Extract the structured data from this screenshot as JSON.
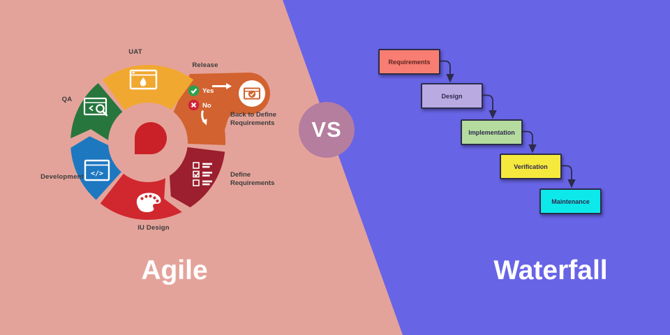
{
  "background": {
    "left_color": "#e4a39a",
    "right_color": "#6864e6"
  },
  "vs_badge": {
    "label": "VS",
    "bg_color": "#b57d9e"
  },
  "agile": {
    "title": "Agile",
    "cycle_segments": [
      {
        "id": "uat",
        "label": "UAT",
        "color": "#f0a830",
        "icon": "browser-paint-icon"
      },
      {
        "id": "release",
        "label": "Release",
        "color": "#d2622f",
        "icon": "browser-verified-icon"
      },
      {
        "id": "define_requirements",
        "label": "Define Requirements",
        "color": "#9b1f2e",
        "icon": "checklist-icon"
      },
      {
        "id": "iu_design",
        "label": "IU Design",
        "color": "#d0282e",
        "icon": "palette-icon"
      },
      {
        "id": "development",
        "label": "Development",
        "color": "#1e78c0",
        "icon": "code-browser-icon"
      },
      {
        "id": "qa",
        "label": "QA",
        "color": "#27763d",
        "icon": "search-browser-icon"
      }
    ],
    "labels": {
      "uat": "UAT",
      "release": "Release",
      "qa": "QA",
      "development": "Development",
      "iu_design": "IU Design",
      "define_line1": "Define",
      "define_line2": "Requirements",
      "back_line1": "Back to Define",
      "back_line2": "Requirements"
    },
    "release_branch": {
      "yes_label": "Yes",
      "no_label": "No",
      "yes_color": "#2da04e",
      "no_color": "#cf2438",
      "back_label": "Back to Define Requirements"
    },
    "center_blob_color": "#c92127"
  },
  "waterfall": {
    "title": "Waterfall",
    "steps": [
      {
        "label": "Requirements",
        "fill": "#f87d72",
        "text_color": "#5e2420"
      },
      {
        "label": "Design",
        "fill": "#b9aae2",
        "text_color": "#2f2a4e"
      },
      {
        "label": "Implementation",
        "fill": "#b5dc9e",
        "text_color": "#2f2a4e"
      },
      {
        "label": "Verification",
        "fill": "#f6e93d",
        "text_color": "#2f2a4e"
      },
      {
        "label": "Maintenance",
        "fill": "#0de9ea",
        "text_color": "#2f2a4e"
      }
    ],
    "connector_color": "#2b2b4a"
  }
}
